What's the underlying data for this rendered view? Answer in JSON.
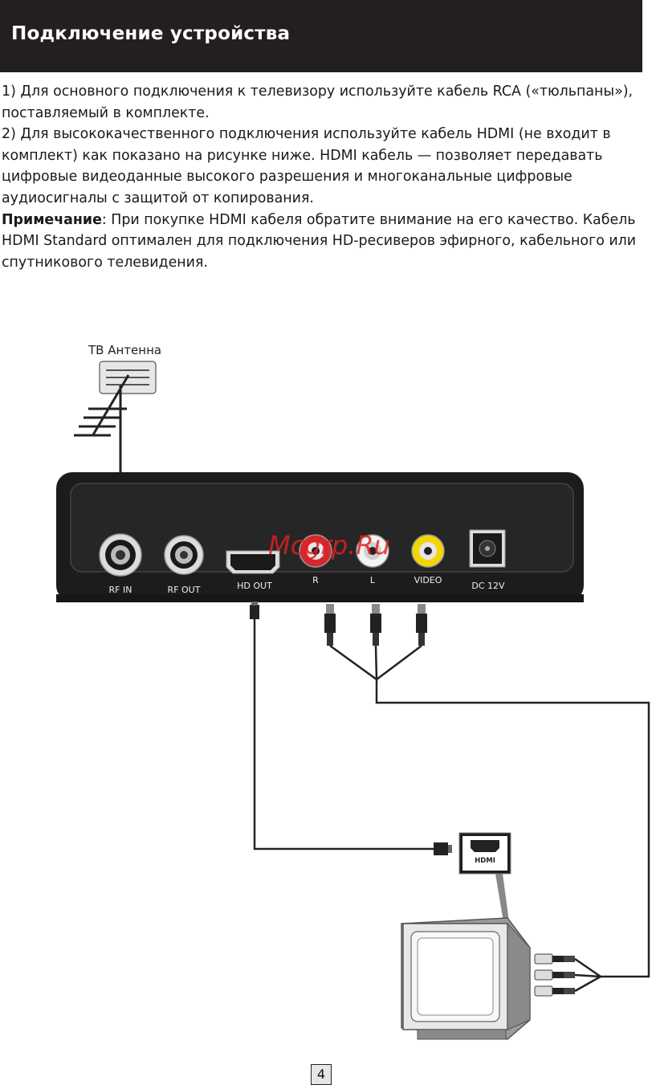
{
  "page": {
    "title": "Подключение устройства",
    "paragraph1": "1) Для основного подключения к телевизору используйте кабель RCA («тюльпаны»), поставляемый в комплекте.",
    "paragraph2": "2) Для высококачественного подключения используйте кабель HDMI (не входит в комплект) как показано на рисунке ниже. HDMI кабель — позволяет передавать цифровые видеоданные высокого разрешения и многоканальные цифровые аудиосигналы с защитой от копирования.",
    "note_label": "Примечание",
    "note_text": ": При покупке HDMI кабеля обратите внимание на его качество. Кабель HDMI Standard оптимален для подключения HD-ресиверов эфирного, кабельного или спутникового телевидения.",
    "page_number": "4"
  },
  "diagram": {
    "antenna_label": "ТВ Антенна",
    "ports": {
      "rf_in": "RF IN",
      "rf_out": "RF OUT",
      "hd_out": "HD OUT",
      "r": "R",
      "l": "L",
      "video": "VIDEO",
      "dc": "DC 12V"
    },
    "tv_hdmi_label": "HDMI",
    "watermark": "Mcgrp.Ru",
    "colors": {
      "audio_r": "#d7262d",
      "audio_l": "#ffffff",
      "video": "#f2d600",
      "watermark": "#e02020",
      "header_bg": "#231f20"
    }
  }
}
